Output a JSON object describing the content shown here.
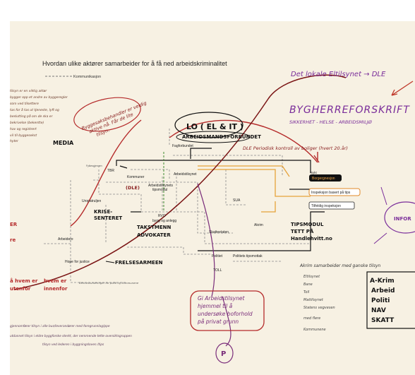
{
  "title": "Hvordan ulike aktører samarbeider for å få ned arbeidskriminalitet",
  "legend_label": "Kommunikasjon",
  "footer_caption": "Behovsvurderinger for politi og kommunene",
  "nodes": {
    "fylkesgjengen": "Fylkesgjengen\n(Drift/ kostnader)",
    "fagforbundet": "Fagforbundet",
    "tbr": "TBR",
    "kommuner": "Kommuner",
    "arbeidstilsynet": "Arbeidstilsynet",
    "tipsmodul": "Arbeidstilsynets\ntipsmodul",
    "uropatruljen": "Uropatruljen",
    "sua": "SUA",
    "rvo": "RVO",
    "bygg_og_anlegg": "bygg og anlegg",
    "akrim": "Akrim",
    "skatteetaten": "Skatteetaten",
    "arbeidere": "Arbeidere",
    "hope_for_justice": "Hope for justice",
    "politiet": "Politiet",
    "politiets_tipsmottak": "Politiets tipsmottak",
    "toll": "TOLL",
    "sykt": "Sykt",
    "borgerugnesjon": "Borgergnesjon",
    "inspeksjon_tips": "Inspeksjon basert på tips",
    "tilfeldig": "Tilfeldig inspeksjon"
  },
  "handwriting": {
    "top_right": "Det lokale Eltilsynet → DLE",
    "bygherre": "BYGHERREFORSKRIFT",
    "bygherre_sub": "SIKKERHET - HELSE - ARBEIDSMILJØ",
    "lo_elit": "LO ( EL & IT )",
    "arbeidsmand": "ARBEIDSMANDSFORBUNDET",
    "dle_periode": "DLE Periodisk kontroll av boliger (hvert 20.år)",
    "byggesak": "Byggesaksbehandler er veldig aktive nå. Får de lite tilsyn.",
    "media": "MEDIA",
    "dle": "(DLE)",
    "krise": "KRISE-\nSENTERET",
    "takstmenn": "TAKSTMENN",
    "advokater": "ADVOKATER",
    "frelsesarmeen": "FRELSESARMEEN",
    "tipsmodul_note": "TIPSMODUL\nTETT PÅ\nHandlehvitt.no",
    "akrim_list_title": "Akrim samarbeider med ganske tilsyn",
    "akrim_list": [
      "Eltilsynet",
      "Bane",
      "Toll",
      "Mattilsynet",
      "Statens vegvesen",
      "med flere",
      "Kommunene"
    ],
    "box_right": "A-krim\nArbeid\nPoliti\nNAV\nSKATT",
    "gi_note": "Gi Arbeidstilsynet hjemmel til å undersøke boforhold på privat grunn",
    "p_letter": "P",
    "left_note": "tilsyn er en viktig aktør\nbygger opp et andre av byggeregler\nsom ved tilsettere\ntas for å tas ut tjeneste, lyft og\nbeslutting på om de ska er\nbekrivelse (bekentte)\nhav og registrert\nvil til byggesekst\nhyter",
    "left_red_1": "ER",
    "left_red_2": "re",
    "hvem": "å hvem er   hvem er\nutenfor    innenfor",
    "infor": "INFOR",
    "bottom_note_1": "gjennomfører tilsyn i alle bus/leverandører med foregrunnlag/ppe",
    "bottom_note_2": "utdannet tilsyn i eldre byggforske sterkt, der nemmende tette oversiktsgruppen",
    "bottom_note_3": "tilsyn ved lederen i byggningsloven /tips"
  }
}
